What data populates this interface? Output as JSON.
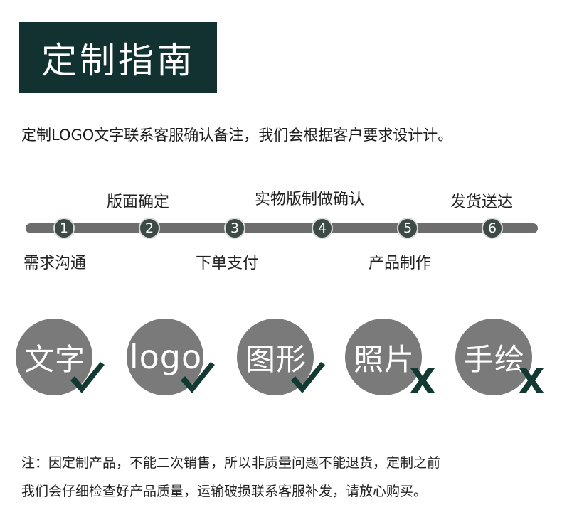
{
  "header": {
    "title": "定制指南"
  },
  "intro": {
    "text": "定制LOGO文字联系客服确认备注，我们会根据客户要求设计计。"
  },
  "timeline": {
    "steps": [
      {
        "number": "1",
        "label": "需求沟通"
      },
      {
        "number": "2",
        "label": "版面确定"
      },
      {
        "number": "3",
        "label": "下单支付"
      },
      {
        "number": "4",
        "label": "实物版制做确认"
      },
      {
        "number": "5",
        "label": "产品制作"
      },
      {
        "number": "6",
        "label": "发货送达"
      }
    ]
  },
  "options": {
    "items": [
      {
        "label": "文字",
        "allowed": true
      },
      {
        "label": "logo",
        "allowed": true
      },
      {
        "label": "图形",
        "allowed": true
      },
      {
        "label": "照片",
        "allowed": false
      },
      {
        "label": "手绘",
        "allowed": false
      }
    ]
  },
  "notice": {
    "line1": "注：因定制产品，不能二次销售，所以非质量问题不能退货，定制之前",
    "line2": "我们会仔细检查好产品质量，运输破损联系客服补发，请放心购买。"
  },
  "colors": {
    "title_bg": "#123232",
    "mark": "#123a32",
    "circle": "#7a7a7a",
    "track": "#6d6d6d"
  }
}
